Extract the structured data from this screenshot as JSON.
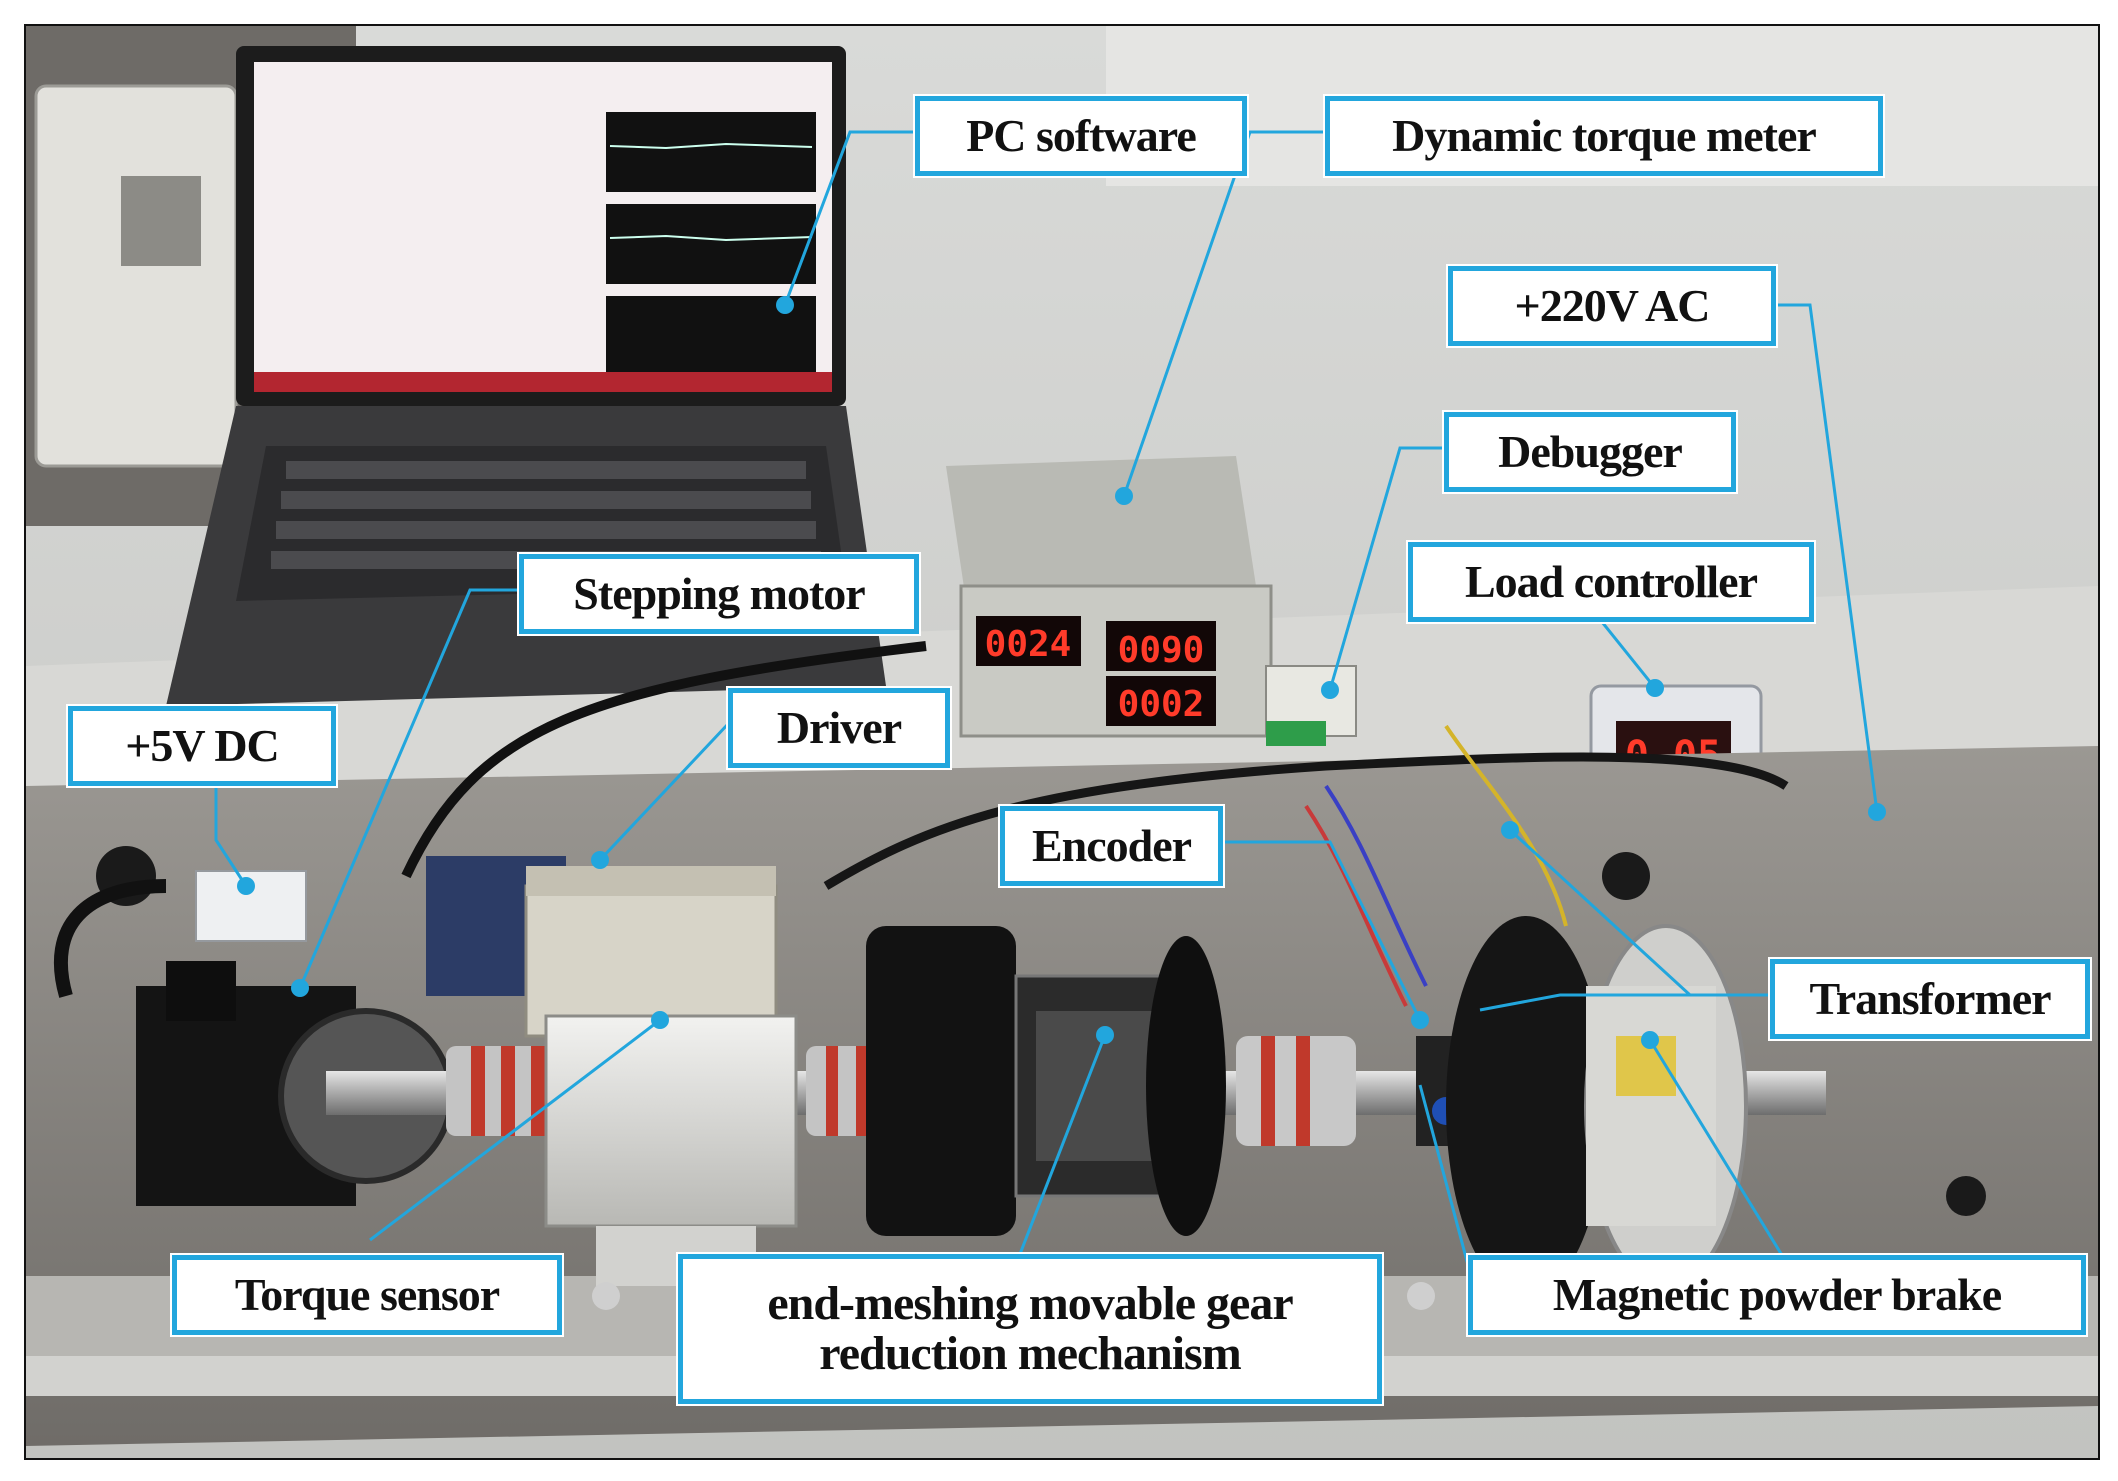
{
  "colors": {
    "label_border": "#22a6dd",
    "leader_line": "#22a6dd",
    "bench_metal": "#8a8a86",
    "backdrop": "#c7c8c5",
    "display_digits": "#ff3b2a"
  },
  "labels": {
    "pc_software": "PC software",
    "dynamic_torque_meter": "Dynamic torque meter",
    "ac_220v": "+220V AC",
    "debugger": "Debugger",
    "load_controller": "Load controller",
    "stepping_motor": "Stepping motor",
    "driver": "Driver",
    "dc_5v": "+5V DC",
    "encoder": "Encoder",
    "transformer": "Transformer",
    "torque_sensor": "Torque sensor",
    "reduction_line1": "end-meshing movable gear",
    "reduction_line2": "reduction mechanism",
    "magnetic_brake": "Magnetic powder brake"
  },
  "displays": {
    "torque_meter_1": "0024",
    "torque_meter_2": "0090",
    "torque_meter_3": "0002",
    "load_controller": "0.05"
  }
}
